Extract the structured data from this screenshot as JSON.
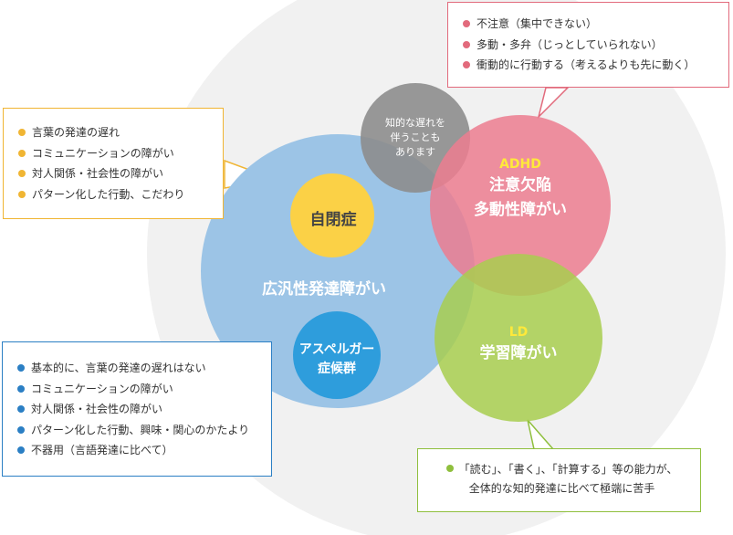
{
  "circles": {
    "pdd": {
      "label": "広汎性発達障がい",
      "color": "#9cc4e6"
    },
    "autism": {
      "label": "自閉症",
      "color": "#fbd146"
    },
    "asperger": {
      "line1": "アスペルガー",
      "line2": "症候群",
      "color": "#2e9ddc"
    },
    "intellectual": {
      "line1": "知的な遅れを",
      "line2": "伴うことも",
      "line3": "あります",
      "color": "#8d8d8d"
    },
    "adhd": {
      "abbr": "ADHD",
      "line1": "注意欠陥",
      "line2": "多動性障がい",
      "color": "#ec7c8f",
      "abbr_color": "#ffe93a"
    },
    "ld": {
      "abbr": "LD",
      "line1": "学習障がい",
      "color": "#a8ce4f",
      "abbr_color": "#ffe93a"
    }
  },
  "callouts": {
    "adhd": {
      "items": [
        "不注意（集中できない）",
        "多動・多弁（じっとしていられない）",
        "衝動的に行動する（考えるよりも先に動く）"
      ],
      "color": "#e26a7c"
    },
    "autism": {
      "items": [
        "言葉の発達の遅れ",
        "コミュニケーションの障がい",
        "対人関係・社会性の障がい",
        "パターン化した行動、こだわり"
      ],
      "color": "#f0b533"
    },
    "asperger": {
      "items": [
        "基本的に、言葉の発達の遅れはない",
        "コミュニケーションの障がい",
        "対人関係・社会性の障がい",
        "パターン化した行動、興味・関心のかたより",
        "不器用（言語発達に比べて）"
      ],
      "color": "#2b7fc4"
    },
    "ld": {
      "line1": "「読む」、「書く」、「計算する」等の能力が、",
      "line2": "全体的な知的発達に比べて極端に苦手",
      "color": "#8fbf3d"
    }
  }
}
